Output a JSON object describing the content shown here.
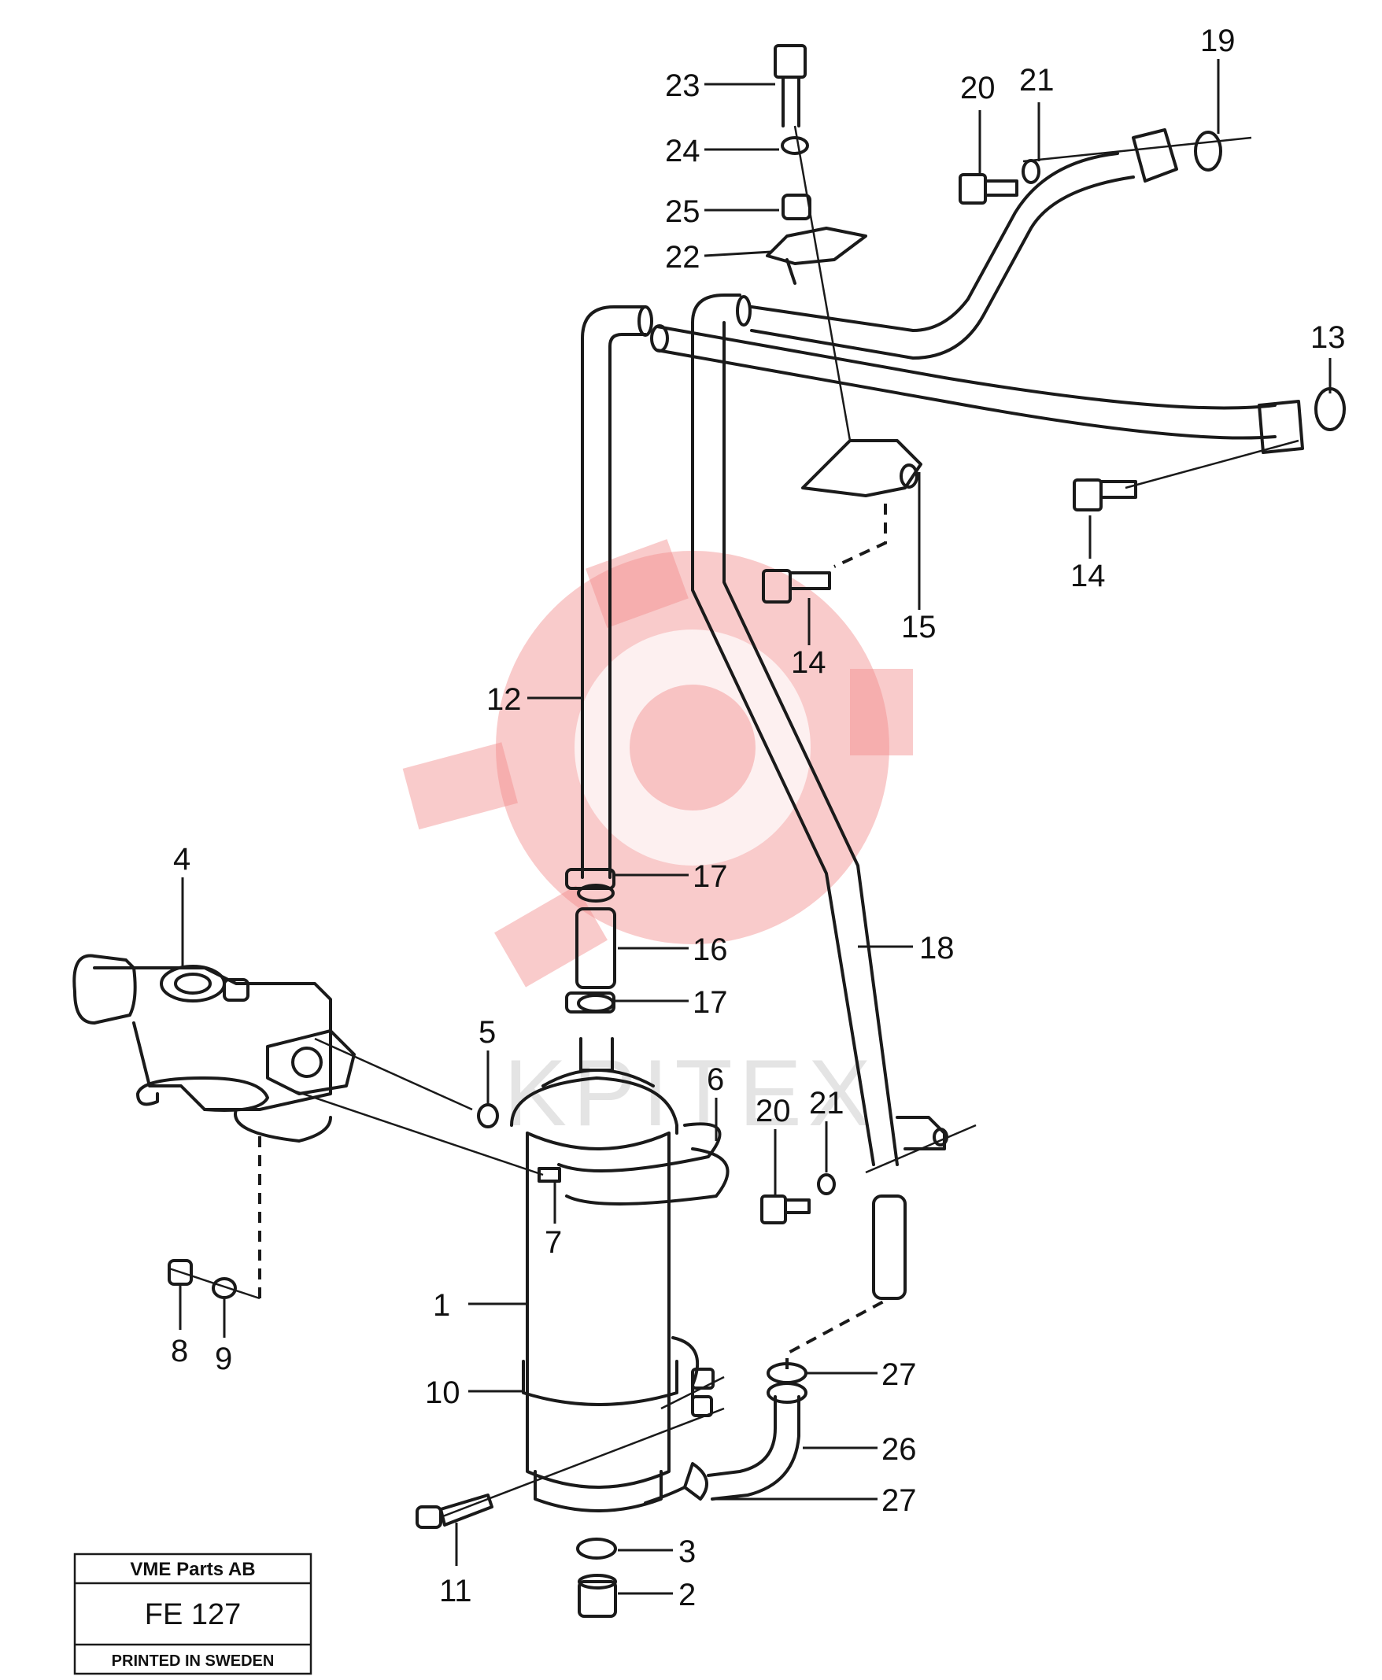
{
  "watermark": {
    "text": "KPITEX",
    "color": "#f28c8c"
  },
  "title_block": {
    "company": "VME Parts AB",
    "code": "FE 127",
    "printed": "PRINTED IN SWEDEN"
  },
  "callouts": [
    {
      "id": "c23",
      "label": "23"
    },
    {
      "id": "c24",
      "label": "24"
    },
    {
      "id": "c25",
      "label": "25"
    },
    {
      "id": "c22",
      "label": "22"
    },
    {
      "id": "c20a",
      "label": "20"
    },
    {
      "id": "c21a",
      "label": "21"
    },
    {
      "id": "c19",
      "label": "19"
    },
    {
      "id": "c13",
      "label": "13"
    },
    {
      "id": "c14a",
      "label": "14"
    },
    {
      "id": "c15",
      "label": "15"
    },
    {
      "id": "c14b",
      "label": "14"
    },
    {
      "id": "c12",
      "label": "12"
    },
    {
      "id": "c17a",
      "label": "17"
    },
    {
      "id": "c16",
      "label": "16"
    },
    {
      "id": "c17b",
      "label": "17"
    },
    {
      "id": "c18",
      "label": "18"
    },
    {
      "id": "c4",
      "label": "4"
    },
    {
      "id": "c5",
      "label": "5"
    },
    {
      "id": "c6",
      "label": "6"
    },
    {
      "id": "c20b",
      "label": "20"
    },
    {
      "id": "c21b",
      "label": "21"
    },
    {
      "id": "c7",
      "label": "7"
    },
    {
      "id": "c1",
      "label": "1"
    },
    {
      "id": "c8",
      "label": "8"
    },
    {
      "id": "c9",
      "label": "9"
    },
    {
      "id": "c27a",
      "label": "27"
    },
    {
      "id": "c10",
      "label": "10"
    },
    {
      "id": "c26",
      "label": "26"
    },
    {
      "id": "c27b",
      "label": "27"
    },
    {
      "id": "c11",
      "label": "11"
    },
    {
      "id": "c3",
      "label": "3"
    },
    {
      "id": "c2",
      "label": "2"
    }
  ]
}
